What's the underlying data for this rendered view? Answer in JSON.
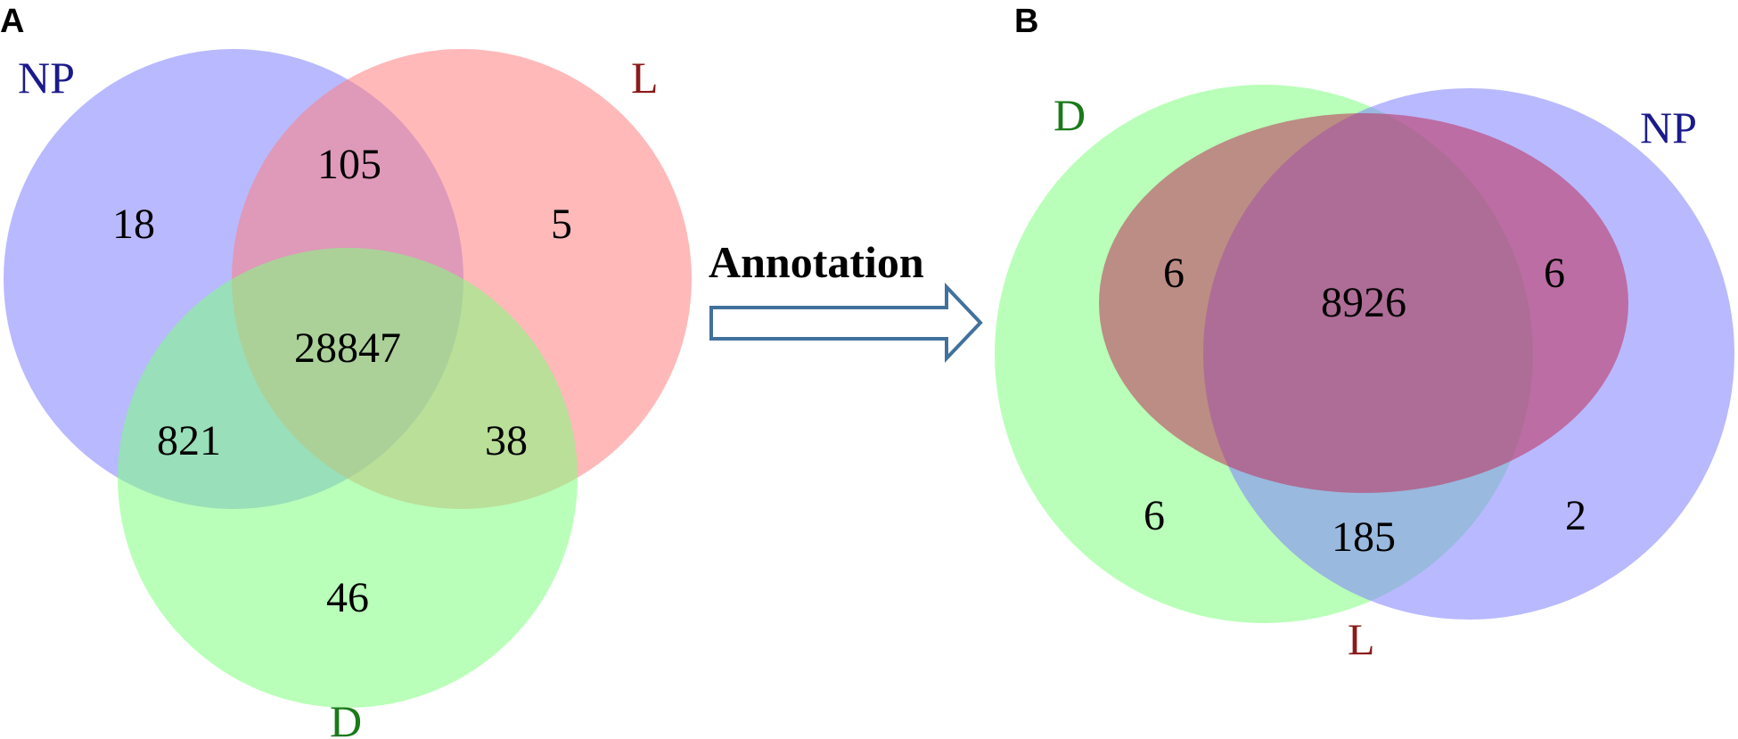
{
  "panel_a": {
    "letter": "A",
    "sets": {
      "np": {
        "label": "NP",
        "fill": "#8080ff",
        "label_color": "#1a1a8c"
      },
      "l": {
        "label": "L",
        "fill": "#ff8080",
        "label_color": "#8b1a1a"
      },
      "d": {
        "label": "D",
        "fill": "#80ff80",
        "label_color": "#1a7a1a"
      }
    },
    "regions": {
      "np_only": "18",
      "l_only": "5",
      "d_only": "46",
      "np_l": "105",
      "np_d": "821",
      "l_d": "38",
      "all": "28847"
    }
  },
  "arrow": {
    "label": "Annotation",
    "stroke": "#41719c"
  },
  "panel_b": {
    "letter": "B",
    "sets": {
      "d": {
        "label": "D",
        "fill": "#80ff80",
        "label_color": "#1a7a1a"
      },
      "np": {
        "label": "NP",
        "fill": "#8080ff",
        "label_color": "#1a1a8c"
      },
      "l": {
        "label": "L",
        "fill": "#c0305a",
        "label_color": "#8b1a1a"
      }
    },
    "regions": {
      "d_l": "6",
      "all": "8926",
      "np_l": "6",
      "d_only": "6",
      "d_np": "185",
      "np_only": "2"
    }
  },
  "chart_data": {
    "type": "venn",
    "panels": [
      {
        "panel": "A",
        "sets": [
          "NP",
          "L",
          "D"
        ],
        "regions": [
          {
            "sets": [
              "NP"
            ],
            "value": 18
          },
          {
            "sets": [
              "L"
            ],
            "value": 5
          },
          {
            "sets": [
              "D"
            ],
            "value": 46
          },
          {
            "sets": [
              "NP",
              "L"
            ],
            "value": 105
          },
          {
            "sets": [
              "NP",
              "D"
            ],
            "value": 821
          },
          {
            "sets": [
              "L",
              "D"
            ],
            "value": 38
          },
          {
            "sets": [
              "NP",
              "L",
              "D"
            ],
            "value": 28847
          }
        ]
      },
      {
        "panel": "B",
        "sets": [
          "D",
          "NP",
          "L"
        ],
        "regions": [
          {
            "sets": [
              "D",
              "L"
            ],
            "value": 6
          },
          {
            "sets": [
              "D",
              "NP",
              "L"
            ],
            "value": 8926
          },
          {
            "sets": [
              "NP",
              "L"
            ],
            "value": 6
          },
          {
            "sets": [
              "D"
            ],
            "value": 6
          },
          {
            "sets": [
              "D",
              "NP"
            ],
            "value": 185
          },
          {
            "sets": [
              "NP"
            ],
            "value": 2
          }
        ]
      }
    ]
  }
}
